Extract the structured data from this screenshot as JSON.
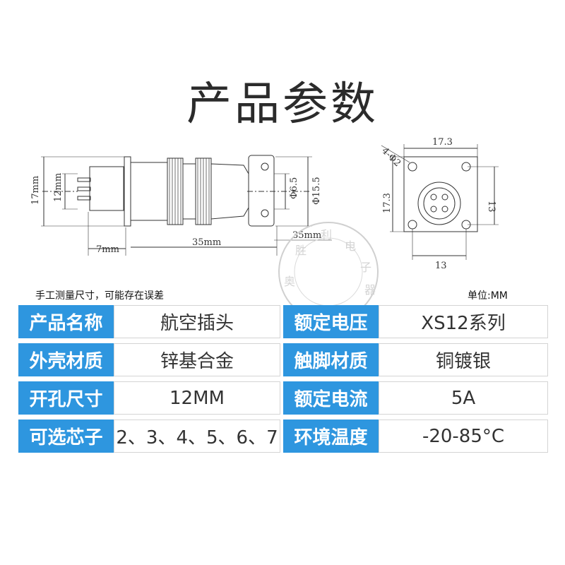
{
  "page": {
    "title": "产品参数",
    "notes": {
      "left": "手工测量尺寸，可能存在误差",
      "right": "单位:MM"
    }
  },
  "drawing": {
    "side_view": {
      "dim_17": "17mm",
      "dim_12": "12mm",
      "dim_7": "7mm",
      "dim_35": "35mm",
      "dim_35b": "35mm",
      "dim_65": "Φ6.5",
      "dim_155": "Φ15.5"
    },
    "front_view": {
      "dim_top": "17.3",
      "dim_left": "17.3",
      "dim_right": "13",
      "dim_bottom": "13",
      "dim_holes": "4-Φ2"
    }
  },
  "watermark": {
    "chars": [
      "奥",
      "胜",
      "利",
      "电",
      "子",
      "器"
    ]
  },
  "specs": {
    "rows": [
      {
        "label1": "产品名称",
        "value1": "航空插头",
        "label2": "额定电压",
        "value2": "XS12系列"
      },
      {
        "label1": "外壳材质",
        "value1": "锌基合金",
        "label2": "触脚材质",
        "value2": "铜镀银"
      },
      {
        "label1": "开孔尺寸",
        "value1": "12MM",
        "label2": "额定电流",
        "value2": "5A"
      },
      {
        "label1": "可选芯子",
        "value1": "2、3、4、5、6、7",
        "label2": "环境温度",
        "value2": "-20-85°C"
      }
    ]
  },
  "colors": {
    "header_blue": "#2e96df",
    "line": "#333333"
  }
}
